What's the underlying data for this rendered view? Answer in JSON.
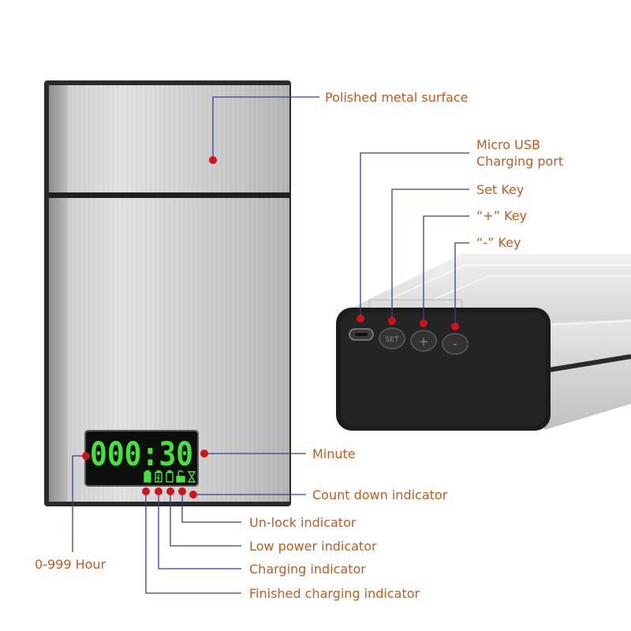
{
  "colors": {
    "label_text": "#c65a1e",
    "leader_line": "#3b3f8f",
    "marker_dot": "#d0121b",
    "lcd_digits": "#46e13a",
    "lcd_background": "#0d0f0c",
    "metal_light": "#d9d9d9",
    "metal_dark": "#a9a9a9",
    "end_panel": "#1c1c1c"
  },
  "display": {
    "digits": "000:30",
    "icons": [
      "battery-full-icon",
      "battery-charging-icon",
      "battery-empty-icon",
      "unlock-icon",
      "hourglass-icon"
    ]
  },
  "buttons": {
    "set": "SET",
    "plus": "+",
    "minus": "-"
  },
  "callouts": {
    "polished_metal": "Polished metal surface",
    "micro_usb_line1": "Micro USB",
    "micro_usb_line2": "Charging port",
    "set_key": "Set Key",
    "plus_key": "“+”  Key",
    "minus_key": "“-”  Key",
    "minute": "Minute",
    "countdown": "Count down indicator",
    "unlock": "Un-lock indicator",
    "low_power": "Low power indicator",
    "charging": "Charging indicator",
    "finished_charging": "Finished charging indicator",
    "hour": "0-999 Hour"
  }
}
